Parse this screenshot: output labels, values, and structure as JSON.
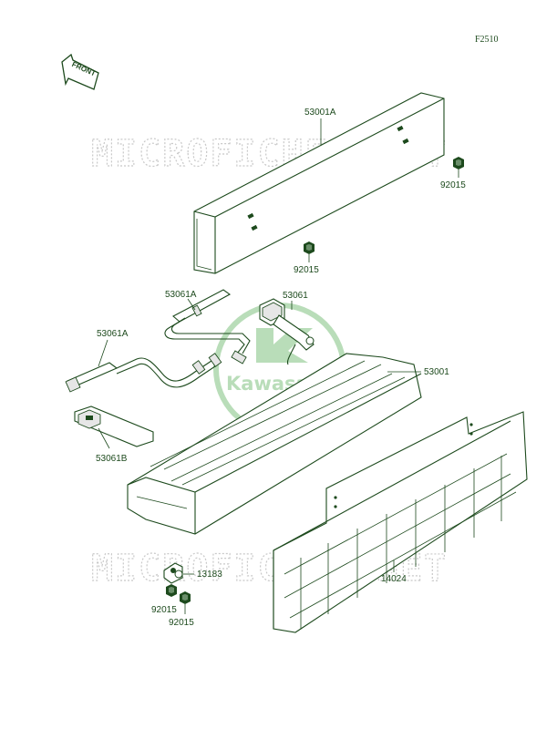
{
  "figure_code": "F2510",
  "front_arrow_label": "FRONT",
  "watermark_text": "MICROFICHES.NET",
  "logo_text": "Kawasaki",
  "part_labels": {
    "cushion_upper": "53001A",
    "nut_upper": "92015",
    "nut_middle": "92015",
    "belt_upper_a": "53061A",
    "belt_buckle": "53061",
    "belt_lower_a": "53061A",
    "seat_cushion": "53001",
    "belt_b": "53061B",
    "clip": "13183",
    "seat_base": "14024",
    "nut_lower_a": "92015",
    "nut_lower_b": "92015"
  },
  "colors": {
    "line": "#1d4a1d",
    "watermark": "#c9c9c9",
    "logo": "#b9ddb9"
  }
}
